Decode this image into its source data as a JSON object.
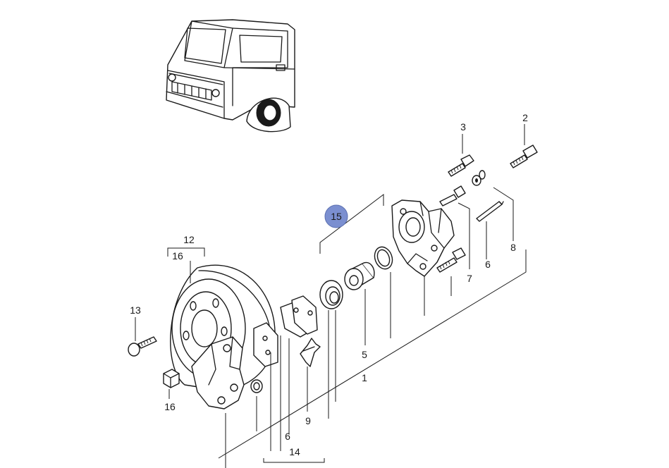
{
  "labels": {
    "l1": "1",
    "l2": "2",
    "l3": "3",
    "l5": "5",
    "l6a": "6",
    "l6b": "6",
    "l7": "7",
    "l8": "8",
    "l9": "9",
    "l12": "12",
    "l13": "13",
    "l14": "14",
    "l15": "15",
    "l16a": "16",
    "l16b": "16"
  },
  "highlight_color": "#7b8fd0"
}
